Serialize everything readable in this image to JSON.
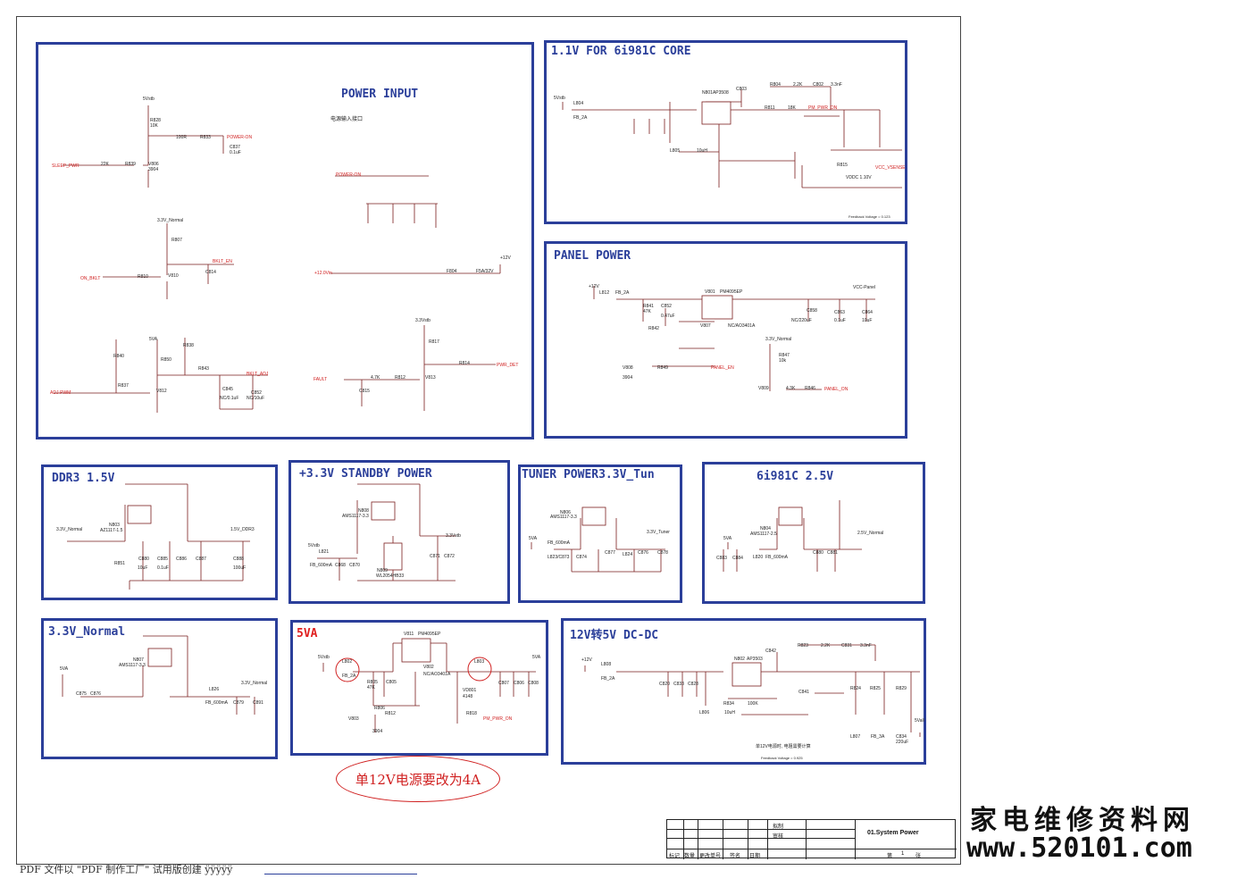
{
  "blocks": {
    "power_input": {
      "title": "POWER INPUT",
      "subtitle": "电源输入接口"
    },
    "core_1v1": {
      "title": "1.1V FOR 6i981C CORE"
    },
    "panel_power": {
      "title": "PANEL POWER"
    },
    "ddr3": {
      "title": "DDR3 1.5V"
    },
    "standby": {
      "title": "+3.3V STANDBY POWER"
    },
    "tuner": {
      "title": "TUNER POWER3.3V_Tun"
    },
    "soc_2v5": {
      "title": "6i981C 2.5V"
    },
    "normal_3v3": {
      "title": "3.3V_Normal"
    },
    "va5": {
      "title": "5VA"
    },
    "dcdc_12v5v": {
      "title": "12V转5V DC-DC"
    }
  },
  "labels": {
    "pi_5vsb": "5Vstb",
    "pi_r828": "R828",
    "pi_10k": "10K",
    "pi_100r": "100R",
    "pi_r833": "R833",
    "pi_power_on": "POWER-ON",
    "pi_c837": "C837",
    "pi_01uf": "0.1uF",
    "pi_sleep": "SLEEP_PWR",
    "pi_22k": "22K",
    "pi_r839": "R839",
    "pi_v806": "V806",
    "pi_3904": "3904",
    "pi_power_on2": "POWER-ON",
    "pi_3v3n": "3.3V_Normal",
    "pi_r807": "R807",
    "pi_bklt_en": "BKLT_EN",
    "pi_on_bklt": "ON_BKLT",
    "pi_r810": "R810",
    "pi_v810": "V810",
    "pi_c814": "C814",
    "pi_12vin": "+12.0Vin",
    "pi_f804": "F804",
    "pi_f5a": "F5A/32V",
    "pi_12v": "+12V",
    "pi_3v3vstb": "3.3Vstb",
    "pi_r817": "R817",
    "pi_r814": "R814",
    "pi_pwr_det": "PWR_DET",
    "pi_fault": "FAULT",
    "pi_47k": "4.7K",
    "pi_r812": "R812",
    "pi_v813": "V813",
    "pi_c815": "C815",
    "pi_adj_pwm": "ADJ-PWM",
    "pi_r840": "R840",
    "pi_r837": "R837",
    "pi_v812": "V812",
    "pi_5va": "5VA",
    "pi_r838": "R838",
    "pi_r850": "R850",
    "pi_r843": "R843",
    "pi_bklt_adj": "BKLT_ADJ",
    "pi_c845": "C845",
    "pi_c852": "C852",
    "pi_nc": "NC/0.1uF",
    "pi_nc10": "NC/10uF",
    "c_5vsb": "5Vstb",
    "c_l804": "L804",
    "c_fb2a": "FB_2A",
    "c_n801": "N801AP3508",
    "c_r804": "R804",
    "c_22k": "2.2K",
    "c_c802": "C802",
    "c_33nf": "3.3nF",
    "c_c803": "C803",
    "c_r811": "R811",
    "c_18k": "18K",
    "c_pm_pwr_on": "PM_PWR_ON",
    "c_l805": "L805",
    "c_4r7": "10uH",
    "c_r815": "R815",
    "c_vsense": "VCC_VSENSE",
    "c_vddc": "VDDC 1.10V",
    "c_fb": "Feedback Voltage = 0.123",
    "pp_12v": "+12V",
    "pp_l812": "L812",
    "pp_fb": "FB_2A",
    "pp_v801": "V801",
    "pp_pmi": "PM4095EP",
    "pp_vccp": "VCC-Panel",
    "pp_r841": "R841",
    "pp_47k": "47K",
    "pp_c852": "C852",
    "pp_047": "0.47uF",
    "pp_r842": "R842",
    "pp_v807": "V807",
    "pp_ao": "NC/AO3401A",
    "pp_c858": "C858",
    "pp_c863": "C863",
    "pp_c864": "C864",
    "pp_nc220": "NC/220uF",
    "pp_01uf": "0.1uF",
    "pp_10uf": "10uF",
    "pp_3v3n": "3.3V_Normal",
    "pp_r847": "R847",
    "pp_10k": "10k",
    "pp_v808": "V808",
    "pp_3904": "3904",
    "pp_r849": "R849",
    "pp_panel_en": "PANEL_EN",
    "pp_v809": "V809",
    "pp_43k": "4.3K",
    "pp_r846": "R846",
    "pp_panel_on": "PANEL_ON",
    "ddr_3v3n": "3.3V_Normal",
    "ddr_n803": "N803",
    "ddr_az": "AZ1117-1.5",
    "ddr_out": "1.5V_DDR3",
    "ddr_r851": "R851",
    "ddr_c880": "C880",
    "ddr_c885": "C885",
    "ddr_c886": "C886",
    "ddr_c887": "C887",
    "ddr_c888": "C888",
    "ddr_10uf": "10uF",
    "ddr_01uf": "0.1uF",
    "ddr_100uf": "100uF",
    "sb_n808": "N808",
    "sb_ams": "AMS1117-3.3",
    "sb_5vsb": "5Vstb",
    "sb_l821": "L821",
    "sb_fb": "FB_600mA",
    "sb_c868": "C868",
    "sb_c870": "C870",
    "sb_n809": "N809",
    "sb_wl": "WL2054HB33",
    "sb_3v3": "3.3Vstb",
    "sb_c871": "C871",
    "sb_c872": "C872",
    "tu_n806": "N806",
    "tu_ams": "AMS1117-3.3",
    "tu_5va": "5VA",
    "tu_fb": "FB_600mA",
    "tu_l823": "L823/C873",
    "tu_l824": "L824",
    "tu_3v3t": "3.3V_Tuner",
    "tu_c874": "C874",
    "tu_c877": "C877",
    "tu_c876": "C876",
    "tu_c878": "C878",
    "s25_5va": "5VA",
    "s25_n804": "N804",
    "s25_ams": "AMS1117-2.5",
    "s25_out": "2.5V_Normal",
    "s25_c883": "C883",
    "s25_c884": "C884",
    "s25_l820": "L820",
    "s25_fb": "FB_600mA",
    "s25_c880": "C880",
    "s25_c881": "C881",
    "n_5va": "5VA",
    "n_n807": "N807",
    "n_ams": "AMS1117-3.3",
    "n_c875": "C875",
    "n_c876": "C876",
    "n_l826": "L826",
    "n_fb": "FB_600mA",
    "n_3v3n": "3.3V_Normal",
    "n_c879": "C879",
    "n_c891": "C891",
    "v5_5vsb": "5Vstb",
    "v5_l802": "L802",
    "v5_fb": "FB_2A",
    "v5_v811": "V811",
    "v5_pmi": "PM4095EP",
    "v5_l803": "L803",
    "v5_5va": "5VA",
    "v5_r805": "R805",
    "v5_47k": "47K",
    "v5_c805": "C805",
    "v5_v802": "V802",
    "v5_ao": "NC/AO3401A",
    "v5_vd": "VD801",
    "v5_4148": "4148",
    "v5_c807": "C807",
    "v5_c806": "C806",
    "v5_c808": "C808",
    "v5_r806": "R806",
    "v5_v803": "V803",
    "v5_3904": "3904",
    "v5_r812": "R812",
    "v5_r818": "R818",
    "v5_pm_pwr_on": "PM_PWR_ON",
    "dc_12v": "+12V",
    "dc_l808": "L808",
    "dc_fb": "FB_2A",
    "dc_n802": "N802",
    "dc_ap": "AP3503",
    "dc_r823": "R823",
    "dc_22k": "2.2K",
    "dc_c831": "C831",
    "dc_33nf": "3.3nF",
    "dc_c842": "C842",
    "dc_c820": "C820",
    "dc_c833": "C833",
    "dc_c828": "C828",
    "dc_l806": "L806",
    "dc_10uh": "10uH",
    "dc_r834": "R834",
    "dc_100k": "100K",
    "dc_c841": "C841",
    "dc_r824": "R824",
    "dc_r825": "R825",
    "dc_r829": "R829",
    "dc_5vall": "5Vall",
    "dc_l807": "L807",
    "dc_fb3a": "FB_3A",
    "dc_c834": "C834",
    "dc_220uf": "220uF",
    "dc_note": "单12V电源时, 电阻需要计算",
    "dc_fbv": "Feedback Voltage = 0.925"
  },
  "annotation": {
    "text": "单12V电源要改为4A"
  },
  "title_block": {
    "design": "拟制",
    "review": "审核",
    "sheet_name": "01.System Power",
    "col_mark": "标记",
    "col_qty": "数量",
    "col_change": "更改单号",
    "col_sign": "签名",
    "col_date": "日期",
    "page_prefix": "第",
    "page_num": "1",
    "page_suffix": "张"
  },
  "watermark": {
    "line1": "家电维修资料网",
    "line2": "www.520101.com"
  },
  "footer": {
    "text": "PDF 文件以 \"PDF 制作工厂\" 试用版创建   ÿÿÿÿÿ"
  },
  "colors": {
    "frame": "#2b3f9a",
    "wire": "#7a1f1f",
    "net": "#d02020"
  }
}
